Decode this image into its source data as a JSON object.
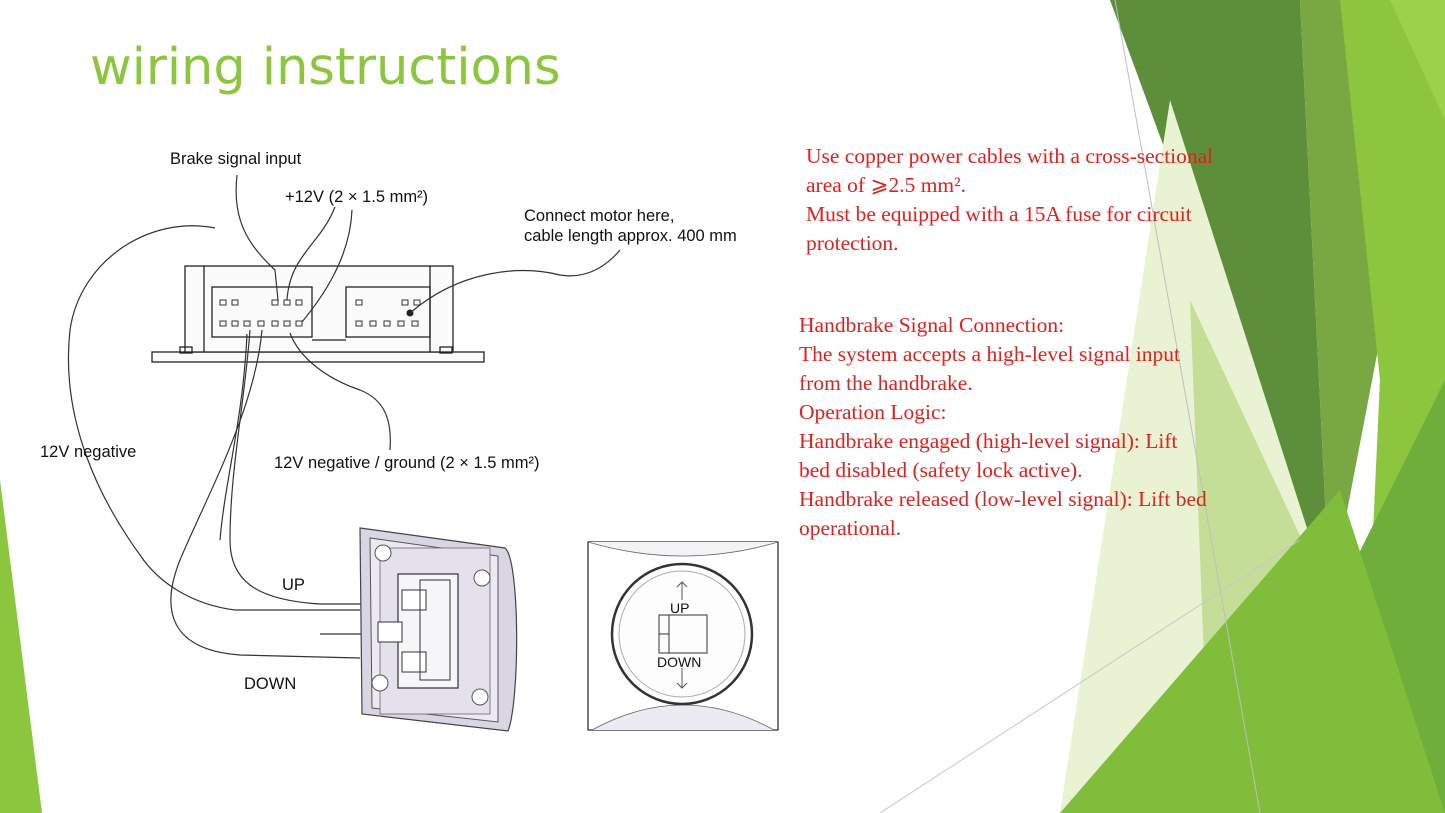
{
  "title": "wiring instructions",
  "diagram": {
    "labels": {
      "brake_signal_input": "Brake signal input",
      "plus_12v": "+12V (2 × 1.5 mm²)",
      "connect_motor_line1": "Connect motor here,",
      "connect_motor_line2": "cable length approx. 400 mm",
      "negative_12v": "12V negative",
      "negative_ground": "12V negative / ground (2 × 1.5 mm²)",
      "up_left": "UP",
      "down_left": "DOWN",
      "up_right": "UP",
      "down_right": "DOWN"
    }
  },
  "notes": {
    "cable": [
      "Use copper power cables with a cross-sectional",
      "area of ⩾2.5 mm².",
      "Must be equipped with a 15A fuse for circuit",
      "protection."
    ],
    "handbrake": [
      "Handbrake Signal Connection:",
      "The system accepts a high-level signal input",
      "from the handbrake.",
      "Operation Logic:",
      "Handbrake engaged (high-level signal): Lift",
      "bed disabled (safety lock active).",
      "Handbrake released (low-level signal): Lift bed",
      "operational."
    ]
  },
  "theme": {
    "accent": "#8cc63e",
    "note_color": "#e0201e"
  }
}
